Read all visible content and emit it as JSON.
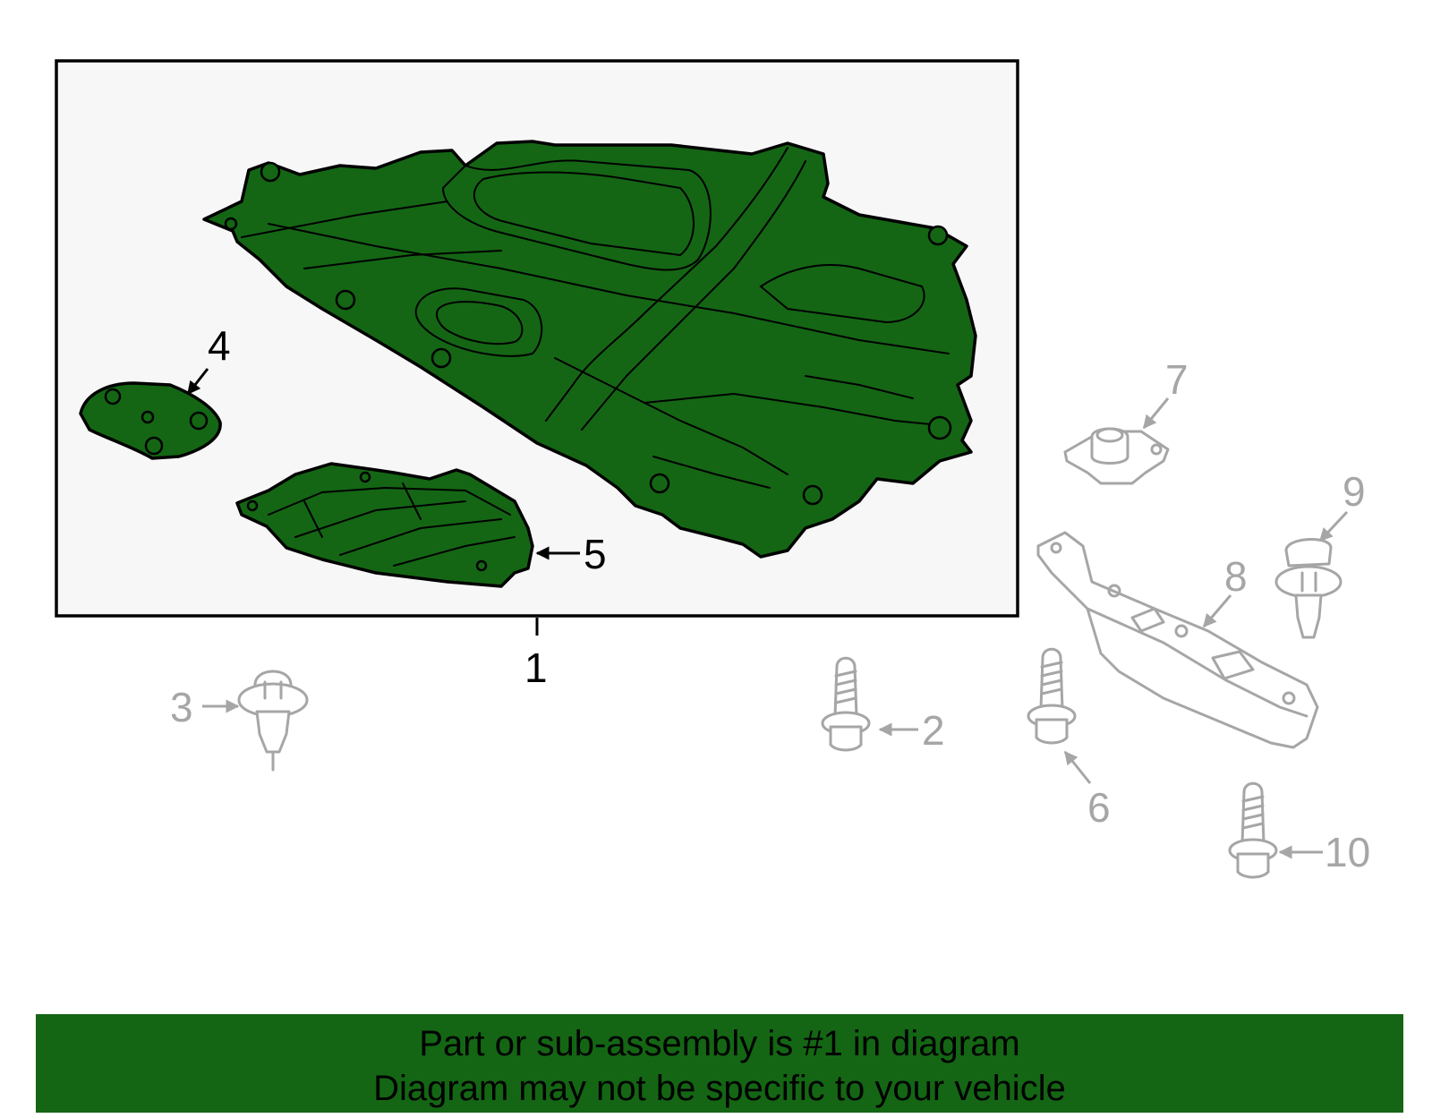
{
  "colors": {
    "banner_bg": "#146614",
    "highlight_part": "#146614",
    "box_bg": "#f7f7f7",
    "secondary_parts": "#a6a6a6"
  },
  "callouts": {
    "c1": "1",
    "c2": "2",
    "c3": "3",
    "c4": "4",
    "c5": "5",
    "c6": "6",
    "c7": "7",
    "c8": "8",
    "c9": "9",
    "c10": "10"
  },
  "banner": {
    "line1": "Part or sub-assembly is #1 in diagram",
    "line2": "Diagram may not be specific to your vehicle"
  }
}
